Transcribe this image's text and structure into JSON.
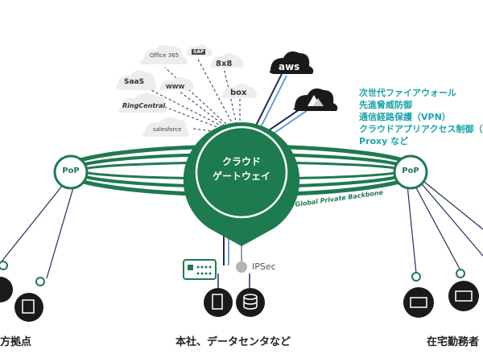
{
  "hub": {
    "line1": "クラウド",
    "line2": "ゲートウェイ",
    "backbone": "Global Private Backbone"
  },
  "pops": {
    "left": "PoP",
    "right": "PoP"
  },
  "ipsec": "IPSec",
  "cloud_services": {
    "office365": "Office 365",
    "sap": "SAP",
    "eight": "8x8",
    "saas": "SaaS",
    "www": "WWW",
    "box": "box",
    "ringcentral": "RingCentral",
    "salesforce": "salesforce",
    "aws": "aws"
  },
  "features": [
    "次世代ファイアウォール",
    "先進脅威防御",
    "通信経路保護（VPN）",
    "クラウドアプリアクセス制御（C",
    "Proxy  など"
  ],
  "bottom_labels": {
    "left": "方拠点",
    "center": "本社、データセンタなど",
    "right": "在宅勤務者"
  },
  "colors": {
    "green": "#1e7a4f",
    "dark_green": "#14613d",
    "navy": "#1f2d5c",
    "teal_text": "#1aa4a8"
  }
}
